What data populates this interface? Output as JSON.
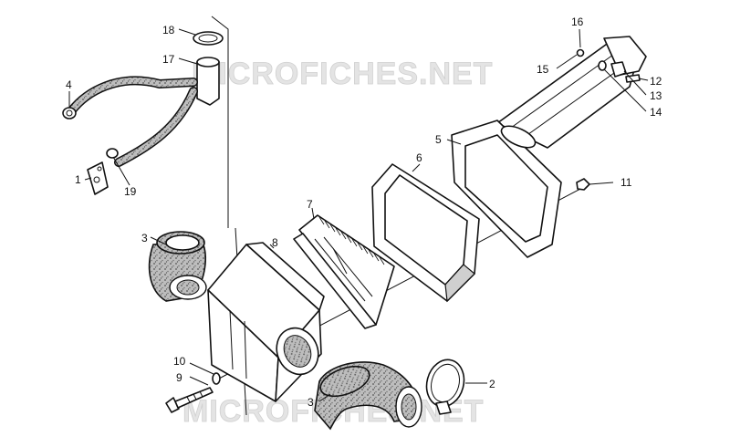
{
  "watermark": {
    "top": "MICROFICHES.NET",
    "bottom": "MICROFICHES.NET"
  },
  "callouts": {
    "c1": "1",
    "c2": "2",
    "c3a": "3",
    "c3b": "3",
    "c4": "4",
    "c5": "5",
    "c6": "6",
    "c7": "7",
    "c8": "8",
    "c9": "9",
    "c10": "10",
    "c11": "11",
    "c12": "12",
    "c13": "13",
    "c14": "14",
    "c15": "15",
    "c16": "16",
    "c17": "17",
    "c18": "18",
    "c19": "19"
  }
}
